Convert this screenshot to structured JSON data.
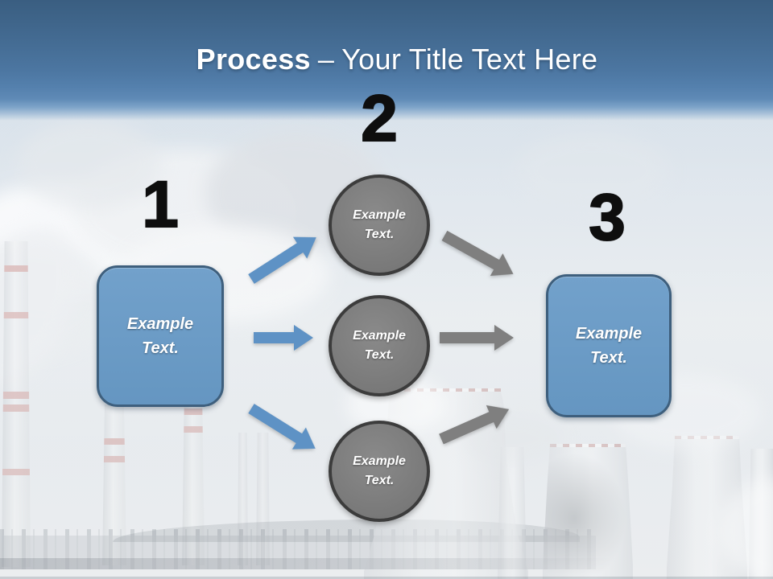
{
  "slide": {
    "title": {
      "bold_part": "Process",
      "separator": "–",
      "regular_part": "Your Title Text Here"
    },
    "background_image": "coal-power-plant-photo-faded",
    "steps": [
      {
        "number": "1",
        "shape": "rounded-rectangle",
        "label": "Example Text."
      },
      {
        "number": "2",
        "shape": "circle-group",
        "circles": [
          {
            "label": "Example Text."
          },
          {
            "label": "Example Text."
          },
          {
            "label": "Example Text."
          }
        ]
      },
      {
        "number": "3",
        "shape": "rounded-rectangle",
        "label": "Example Text."
      }
    ]
  },
  "colors": {
    "header_gradient_top": "#3a5e81",
    "header_gradient_bottom": "#5f8ab6",
    "title_text": "#ffffff",
    "number_text": "#0e0e0e",
    "box_fill": "#6a9ac5",
    "box_border": "#3e5f7d",
    "circle_fill": "#7d7d7d",
    "circle_border": "#3c3c3c",
    "shape_text": "#ffffff",
    "arrow_blue": "#5e92c5",
    "arrow_gray": "#7f7f7f"
  }
}
